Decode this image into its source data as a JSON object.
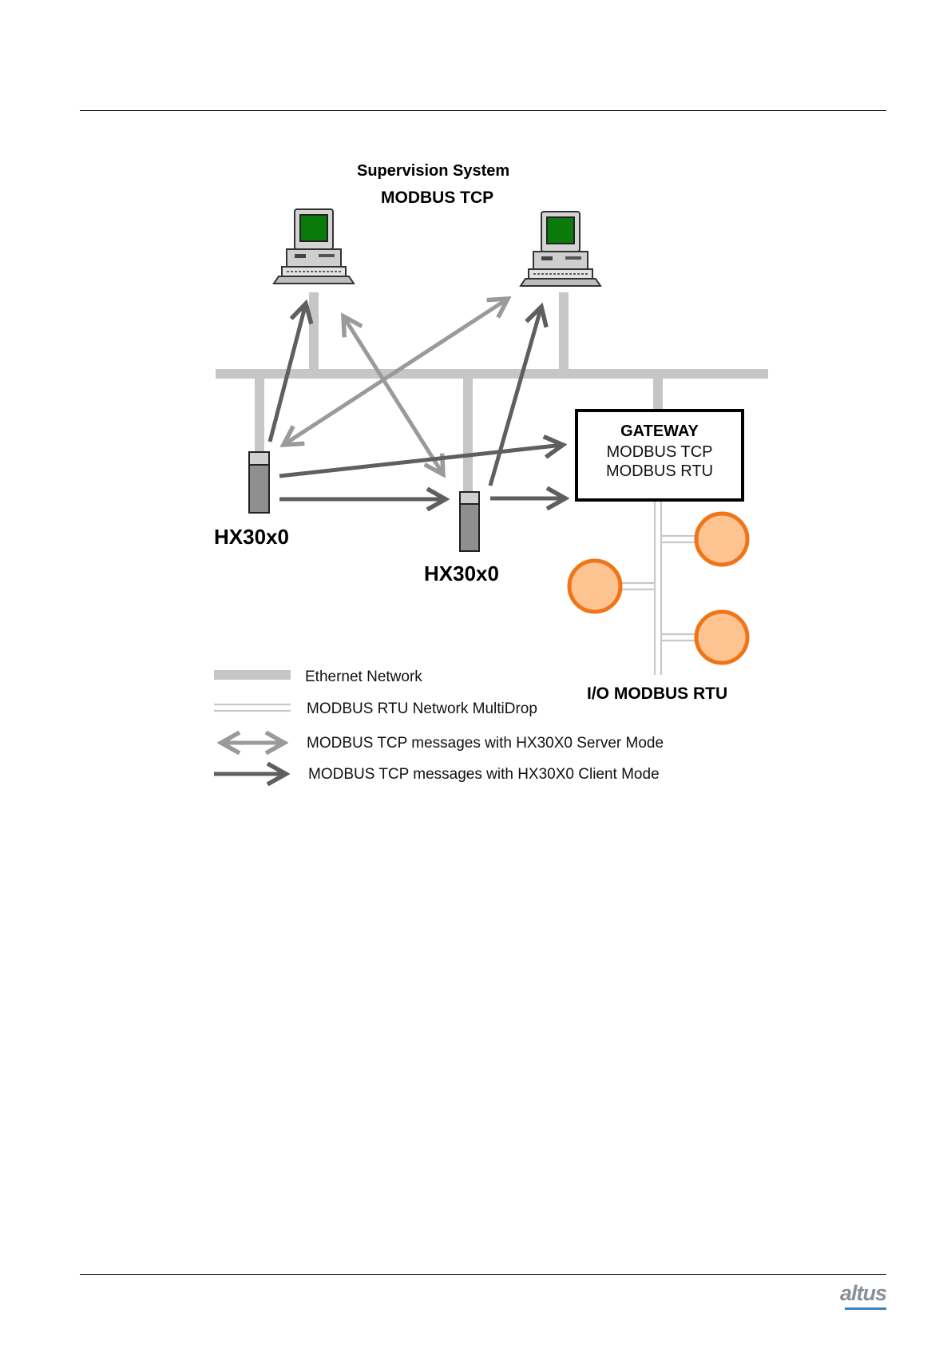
{
  "diagram": {
    "supervision_title": "Supervision System",
    "supervision_protocol": "MODBUS TCP",
    "device_left_label": "HX30x0",
    "device_center_label": "HX30x0",
    "gateway": {
      "title": "GATEWAY",
      "line1": "MODBUS TCP",
      "line2": "MODBUS RTU"
    },
    "io_label": "I/O MODBUS RTU"
  },
  "legend": {
    "ethernet": "Ethernet Network",
    "rtu": "MODBUS RTU Network MultiDrop",
    "server": "MODBUS TCP messages with HX30X0 Server Mode",
    "client": "MODBUS TCP messages with HX30X0 Client Mode"
  },
  "footer": {
    "logo_text": "altus"
  },
  "colors": {
    "ethernet": "#c6c6c6",
    "server_arrow": "#9a9a9a",
    "client_arrow": "#5f5f5f",
    "screen": "#0a7a0a",
    "io_fill": "#fdc391",
    "io_stroke": "#f07518"
  }
}
